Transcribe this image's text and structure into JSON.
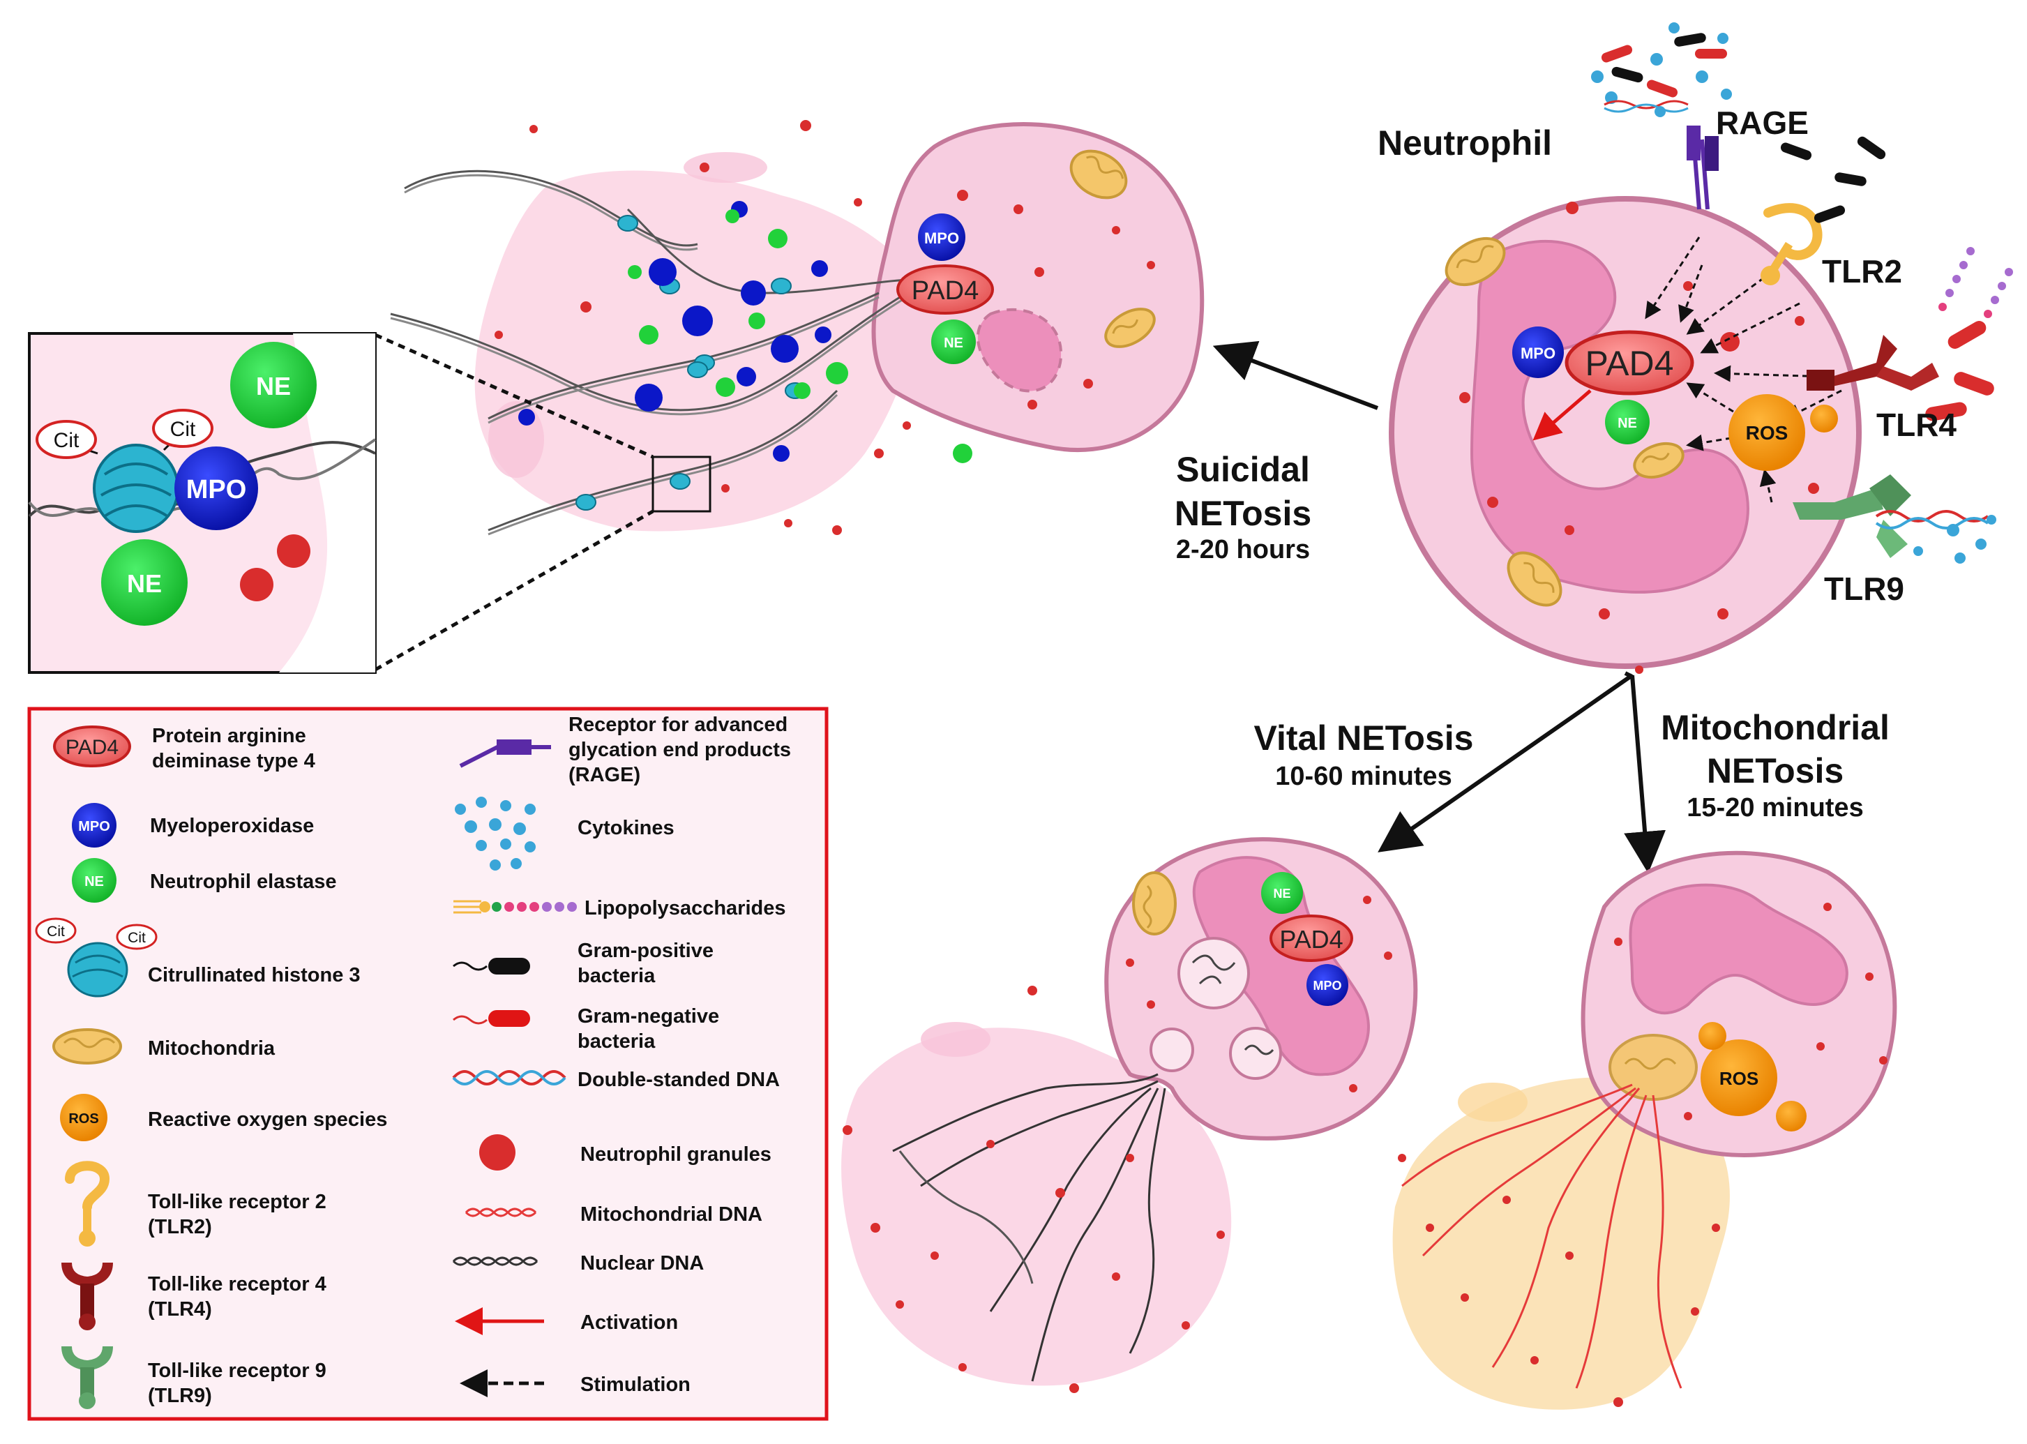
{
  "colors": {
    "pink_cell": "#f9d3e4",
    "pink_nucleus": "#ec8fbb",
    "membrane": "#c5789a",
    "net_haze": "#fbd5e4",
    "mpo": "#0b17c8",
    "ne": "#21d13a",
    "pad4": "#f06a6a",
    "ros": "#f89a0d",
    "mito": "#f4c66a",
    "granule": "#d92d2d",
    "legend_border": "#e0121b",
    "tlr2": "#f4b942",
    "tlr4": "#9c1d1d",
    "tlr9": "#5fa66b",
    "rage": "#5a2aa6",
    "cytokine": "#3aa5d8"
  },
  "main": {
    "neutrophil_title": "Neutrophil",
    "pad4": "PAD4",
    "mpo": "MPO",
    "ne": "NE",
    "ros": "ROS",
    "receptors": {
      "rage": "RAGE",
      "tlr2": "TLR2",
      "tlr4": "TLR4",
      "tlr9": "TLR9"
    }
  },
  "suicidal": {
    "title_line1": "Suicidal",
    "title_line2": "NETosis",
    "time": "2-20 hours",
    "pad4": "PAD4",
    "mpo": "MPO",
    "ne": "NE"
  },
  "vital": {
    "title": "Vital NETosis",
    "time": "10-60 minutes",
    "pad4": "PAD4",
    "mpo": "MPO",
    "ne": "NE"
  },
  "mitochondrial": {
    "title_line1": "Mitochondrial",
    "title_line2": "NETosis",
    "time": "15-20 minutes",
    "ros": "ROS"
  },
  "inset": {
    "cit_left": "Cit",
    "cit_right": "Cit",
    "mpo": "MPO",
    "ne_top": "NE",
    "ne_bottom": "NE"
  },
  "legend": {
    "left": [
      {
        "icon": "PAD4",
        "label_lines": [
          "Protein arginine",
          "deiminase type 4"
        ]
      },
      {
        "icon": "MPO",
        "label_lines": [
          "Myeloperoxidase"
        ]
      },
      {
        "icon": "NE",
        "label_lines": [
          "Neutrophil elastase"
        ]
      },
      {
        "icon_cit_left": "Cit",
        "icon_cit_right": "Cit",
        "label_lines": [
          "Citrullinated histone 3"
        ]
      },
      {
        "label_lines": [
          "Mitochondria"
        ]
      },
      {
        "icon": "ROS",
        "label_lines": [
          "Reactive oxygen species"
        ]
      },
      {
        "label_lines": [
          "Toll-like receptor 2",
          "(TLR2)"
        ]
      },
      {
        "label_lines": [
          "Toll-like receptor 4",
          "(TLR4)"
        ]
      },
      {
        "label_lines": [
          "Toll-like receptor 9",
          "(TLR9)"
        ]
      }
    ],
    "right": [
      {
        "label_lines": [
          "Receptor for advanced",
          "glycation end products",
          "(RAGE)"
        ]
      },
      {
        "label_lines": [
          "Cytokines"
        ]
      },
      {
        "label_lines": [
          "Lipopolysaccharides"
        ]
      },
      {
        "label_lines": [
          "Gram-positive",
          "bacteria"
        ]
      },
      {
        "label_lines": [
          "Gram-negative",
          "bacteria"
        ]
      },
      {
        "label_lines": [
          "Double-standed DNA"
        ]
      },
      {
        "label_lines": [
          "Neutrophil granules"
        ]
      },
      {
        "label_lines": [
          "Mitochondrial DNA"
        ]
      },
      {
        "label_lines": [
          "Nuclear DNA"
        ]
      },
      {
        "label_lines": [
          "Activation"
        ]
      },
      {
        "label_lines": [
          "Stimulation"
        ]
      }
    ]
  }
}
